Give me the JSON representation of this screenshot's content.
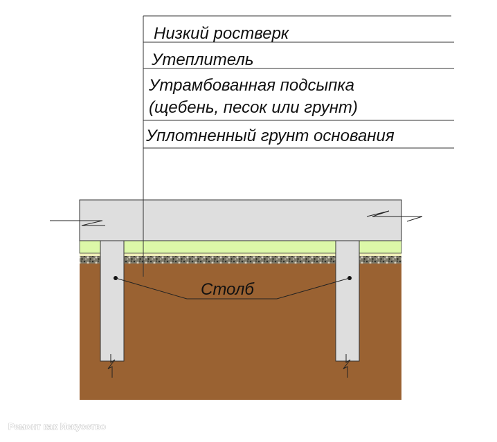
{
  "labels": {
    "low_grillage": "Низкий ростверк",
    "insulation": "Утеплитель",
    "backfill_line1": "Утрамбованная подсыпка",
    "backfill_line2": "(щебень, песок или грунт)",
    "compacted_soil": "Уплотненный грунт основания",
    "pillar": "Столб"
  },
  "watermark": "Ремонт как Искусство",
  "colors": {
    "concrete": "#dedede",
    "insulation": "#dcf8a8",
    "soil": "#9a6232",
    "gravel": "#5a5a4a",
    "sand": "#f0efb8",
    "line": "#333333"
  }
}
